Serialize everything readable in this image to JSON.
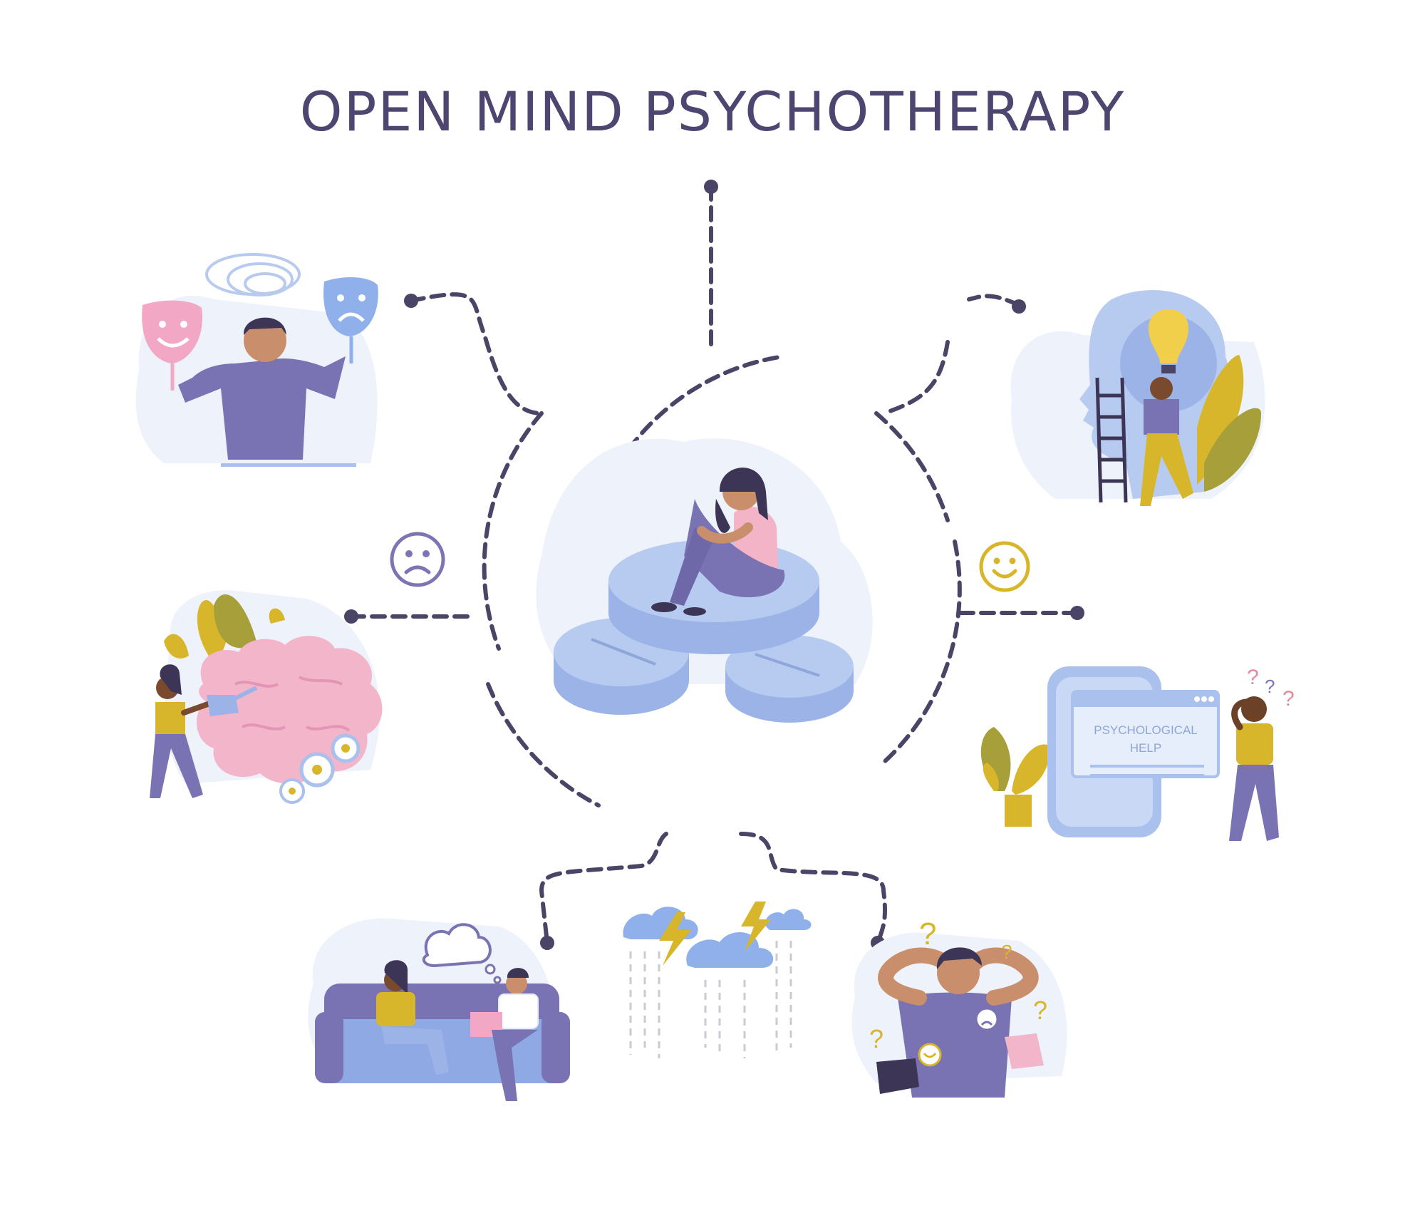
{
  "title": "OPEN MIND PSYCHOTHERAPY",
  "center_illustration": "woman-sitting-on-pills",
  "satellites": [
    {
      "id": "masks",
      "name": "man-holding-happy-and-sad-masks"
    },
    {
      "id": "idea",
      "name": "head-with-lightbulb-and-ladder"
    },
    {
      "id": "brain",
      "name": "woman-watering-brain-garden"
    },
    {
      "id": "help",
      "name": "psychological-help-phone-screen"
    },
    {
      "id": "counseling",
      "name": "therapist-session-on-sofa"
    },
    {
      "id": "storm",
      "name": "storm-clouds-with-lightning"
    },
    {
      "id": "stress",
      "name": "stressed-man-with-question-marks"
    }
  ],
  "help_screen": {
    "line1": "PSYCHOLOGICAL",
    "line2": "HELP"
  },
  "question_mark": "?",
  "emotion_icons": [
    {
      "name": "sad-face-icon",
      "color": "#7e74b3"
    },
    {
      "name": "happy-face-icon",
      "color": "#d8b62c"
    }
  ],
  "colors": {
    "title": "#4e4670",
    "dashes": "#4a4466",
    "lavender": "#7a73b3",
    "light_blue": "#a9c1ec",
    "pink": "#f2a8c4",
    "mustard": "#d8b62c",
    "olive": "#a7a03a"
  }
}
